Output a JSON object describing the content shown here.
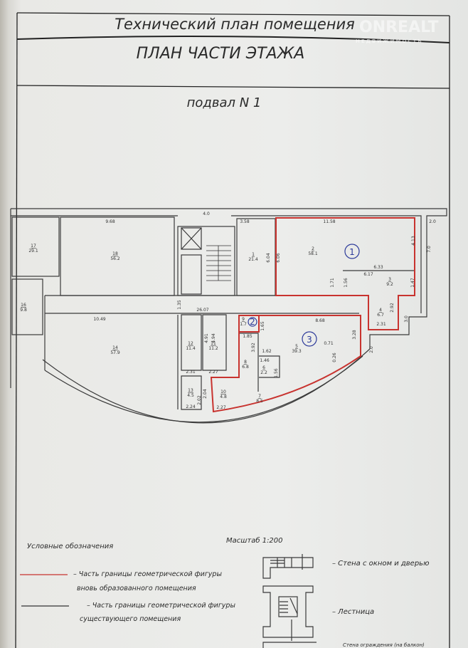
{
  "header": {
    "title": "Технический план помещения",
    "subtitle": "ПЛАН ЧАСТИ ЭТАЖА",
    "floor": "подвал N 1"
  },
  "watermark": {
    "brand": "ONREALT",
    "tagline": "НЕДВИЖИМОСТЬ"
  },
  "plan": {
    "rooms": [
      {
        "num": "17",
        "area": "29.1"
      },
      {
        "num": "18",
        "area": "56.2"
      },
      {
        "num": "16",
        "area": "9.8"
      },
      {
        "num": "14",
        "area": "57.9"
      },
      {
        "num": "12",
        "area": "11.4"
      },
      {
        "num": "11",
        "area": "11.2"
      },
      {
        "num": "13",
        "area": "4.5"
      },
      {
        "num": "10",
        "area": "4.8"
      },
      {
        "num": "1",
        "area": "21.4"
      },
      {
        "num": "2",
        "area": "58.1"
      },
      {
        "num": "3",
        "area": "9.2"
      },
      {
        "num": "4",
        "area": "6.7"
      },
      {
        "num": "9",
        "area": "1.7"
      },
      {
        "num": "5",
        "area": "39.3"
      },
      {
        "num": "8",
        "area": "6.8"
      },
      {
        "num": "6",
        "area": "2.2"
      },
      {
        "num": "7",
        "area": "8.5"
      }
    ],
    "dimensions": [
      "9.68",
      "4.0",
      "3.58",
      "11.58",
      "2.0",
      "7.0",
      "6.33",
      "6.17",
      "1.71",
      "1.56",
      "1.47",
      "4.13",
      "6.04",
      "6.06",
      "2.92",
      "2.31",
      "3.0",
      "1.35",
      "26.07",
      "10.49",
      "8.68",
      "4.91",
      "4.94",
      "2.31",
      "2.27",
      "2.24",
      "2.02",
      "2.04",
      "2.27",
      "3.92",
      "1.62",
      "1.46",
      "1.56",
      "0.71",
      "0.26",
      "3.28",
      "2.0",
      "1.85",
      "1.65"
    ],
    "markers": [
      "1",
      "2",
      "3"
    ]
  },
  "legend": {
    "title": "Условные обозначения",
    "scale": "Масштаб 1:200",
    "new_boundary_line1": "– Часть границы геометрической фигуры",
    "new_boundary_line2": "вновь образованного помещения",
    "existing_boundary_line1": "– Часть границы геометрической фигуры",
    "existing_boundary_line2": "существующего помещения",
    "wall": "– Стена с окном и дверью",
    "stairs": "– Лестница",
    "partial": "Стена ограждения (на балкон)"
  },
  "colors": {
    "new_boundary": "#c8332f",
    "existing": "#3a3a3a",
    "marker": "#2c3a9a"
  }
}
